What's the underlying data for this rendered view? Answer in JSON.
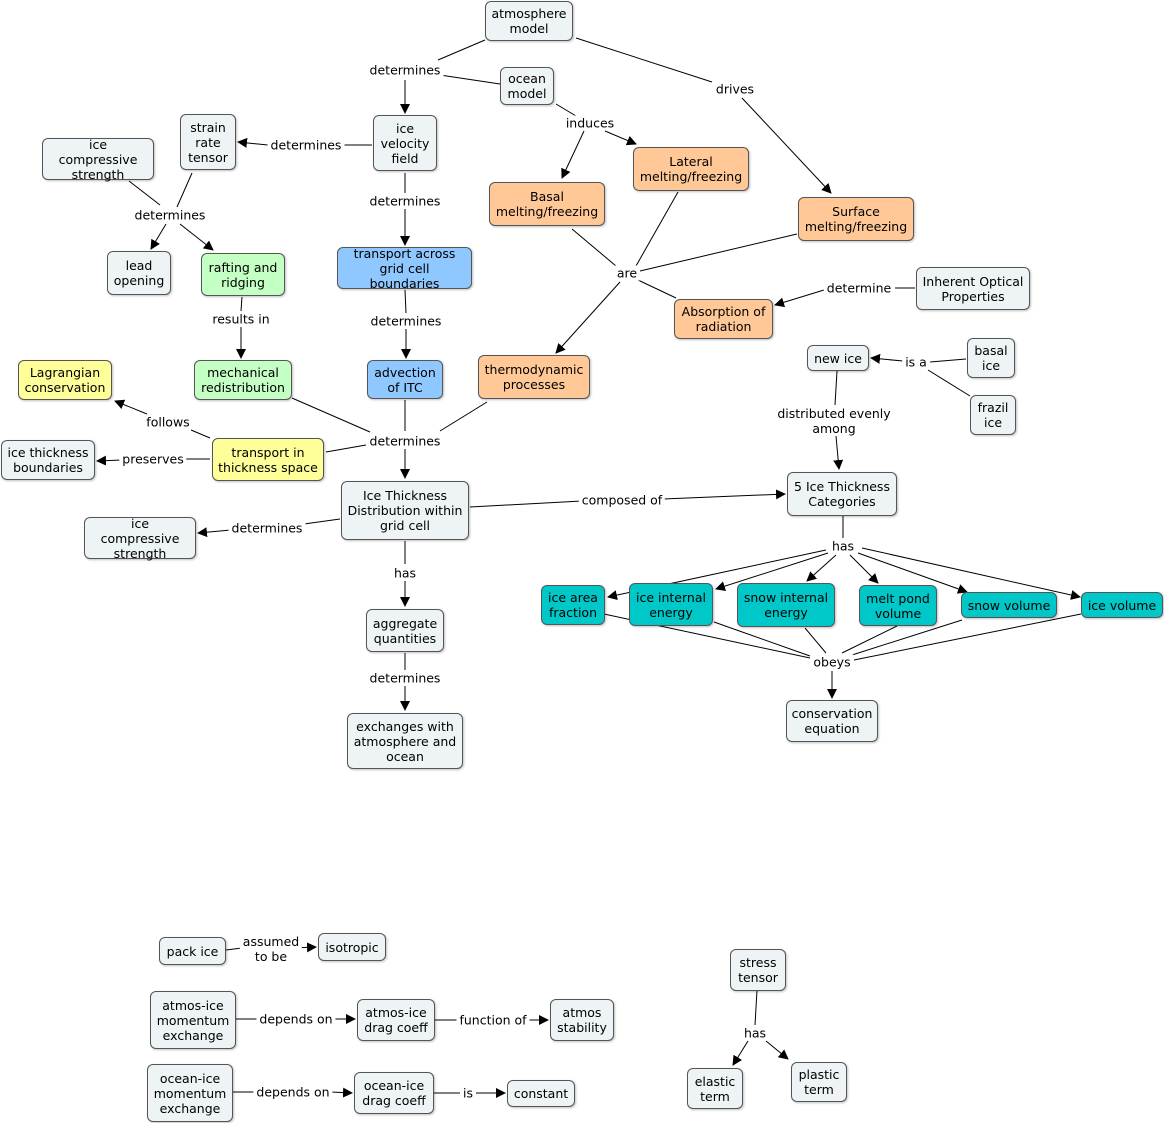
{
  "colors": {
    "default": "#eef3f5",
    "orange": "#ffc896",
    "green": "#c4ffc4",
    "blue": "#8fc7ff",
    "yellow": "#ffff99",
    "teal": "#00c8c8",
    "line": "#000000"
  },
  "nodes": {
    "atmosphere_model": "atmosphere\nmodel",
    "ocean_model": "ocean\nmodel",
    "ice_velocity_field": "ice\nvelocity\nfield",
    "strain_rate_tensor": "strain\nrate\ntensor",
    "ice_compressive_strength_top": "ice compressive\nstrength",
    "lead_opening": "lead\nopening",
    "rafting_and_ridging": "rafting and\nridging",
    "mechanical_redistribution": "mechanical\nredistribution",
    "transport_across": "transport across\ngrid cell boundaries",
    "advection_itc": "advection\nof ITC",
    "basal_melting": "Basal\nmelting/freezing",
    "lateral_melting": "Lateral\nmelting/freezing",
    "surface_melting": "Surface\nmelting/freezing",
    "inherent_optical": "Inherent Optical\nProperties",
    "absorption_radiation": "Absorption of\nradiation",
    "thermodynamic_processes": "thermodynamic\nprocesses",
    "lagrangian_conservation": "Lagrangian\nconservation",
    "ice_thickness_boundaries": "ice thickness\nboundaries",
    "transport_thickness_space": "transport in\nthickness space",
    "itd": "Ice Thickness\nDistribution within\ngrid cell",
    "ice_compressive_strength_mid": "ice compressive\nstrength",
    "aggregate_quantities": "aggregate\nquantities",
    "exchanges": "exchanges with\natmosphere and\nocean",
    "new_ice": "new ice",
    "basal_ice": "basal\nice",
    "frazil_ice": "frazil\nice",
    "five_categories": "5 Ice Thickness\nCategories",
    "ice_area_fraction": "ice area\nfraction",
    "ice_internal_energy": "ice internal\nenergy",
    "snow_internal_energy": "snow internal\nenergy",
    "melt_pond_volume": "melt pond\nvolume",
    "snow_volume": "snow volume",
    "ice_volume": "ice volume",
    "conservation_equation": "conservation\nequation",
    "pack_ice": "pack ice",
    "isotropic": "isotropic",
    "atmos_ice_momentum": "atmos-ice\nmomentum\nexchange",
    "atmos_ice_drag": "atmos-ice\ndrag coeff",
    "atmos_stability": "atmos\nstability",
    "ocean_ice_momentum": "ocean-ice\nmomentum\nexchange",
    "ocean_ice_drag": "ocean-ice\ndrag coeff",
    "constant": "constant",
    "stress_tensor": "stress\ntensor",
    "elastic_term": "elastic\nterm",
    "plastic_term": "plastic\nterm"
  },
  "links": {
    "determines_atm": "determines",
    "drives": "drives",
    "induces": "induces",
    "determines_strain": "determines",
    "determines_vel": "determines",
    "determines_strength": "determines",
    "results_in": "results in",
    "determines_transport": "determines",
    "are": "are",
    "determine_optical": "determine",
    "determines_itd": "determines",
    "follows": "follows",
    "preserves": "preserves",
    "determines_itd_strength": "determines",
    "composed_of": "composed of",
    "has_itd": "has",
    "determines_aggregate": "determines",
    "is_a": "is a",
    "distributed": "distributed evenly\namong",
    "has_categories": "has",
    "obeys": "obeys",
    "assumed_to_be": "assumed\nto be",
    "depends_on_atmos": "depends on",
    "function_of": "function of",
    "depends_on_ocean": "depends on",
    "is": "is",
    "has_stress": "has"
  }
}
